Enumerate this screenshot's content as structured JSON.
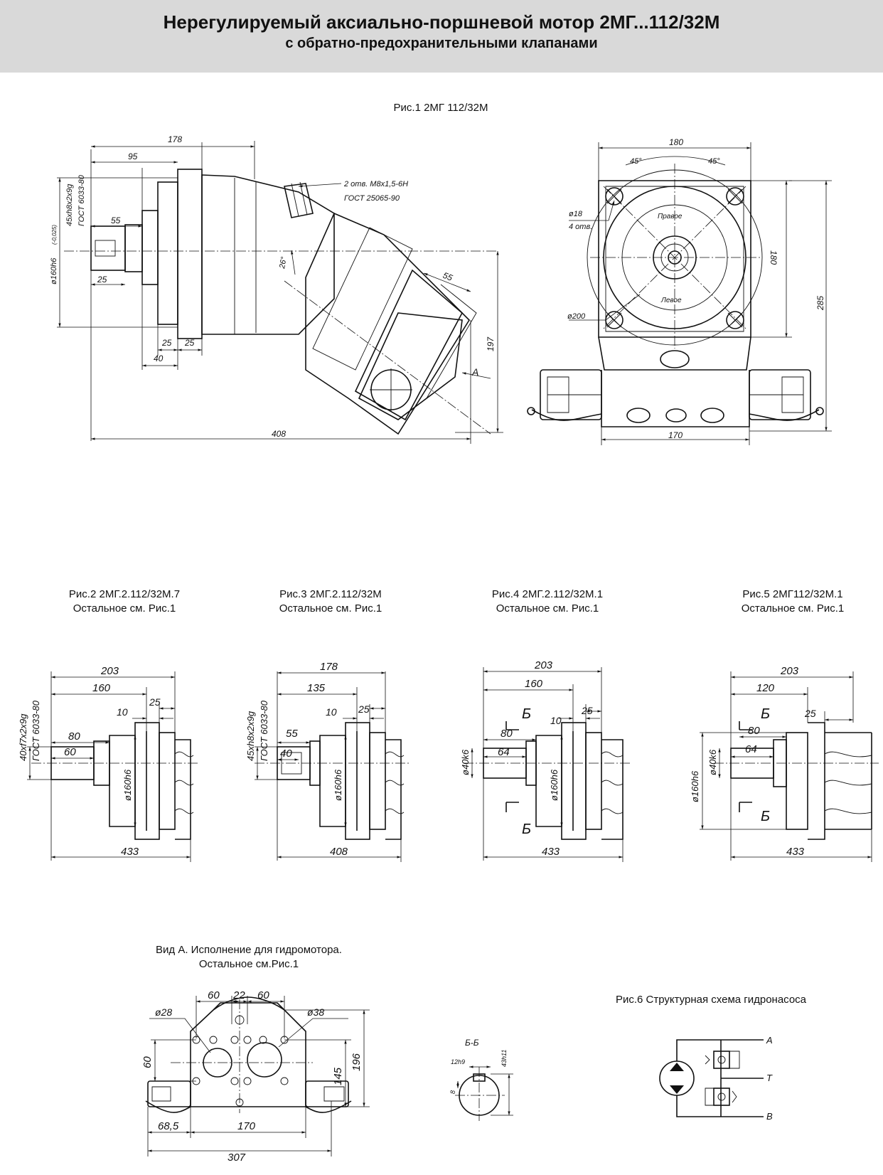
{
  "header": {
    "title": "Нерегулируемый аксиально-поршневой мотор 2МГ...112/32М",
    "subtitle": "с обратно-предохранительными клапанами"
  },
  "fig1": {
    "caption": "Рис.1  2МГ 112/32М",
    "dims": {
      "d178": "178",
      "d95": "95",
      "d55": "55",
      "d25": "25",
      "spline": "45xh8x2x9g",
      "gost": "ГОСТ 6033-80",
      "dia160": "ø160h6",
      "tol": "(-0,025)",
      "holes": "2 отв. M8x1,5-6H",
      "gost2": "ГОСТ 25065-90",
      "angle": "26°",
      "d55b": "55",
      "d25a": "25",
      "d25b": "25",
      "d40": "40",
      "d197": "197",
      "d408": "408",
      "viewA": "А"
    }
  },
  "fig1side": {
    "dims": {
      "d180": "180",
      "a45a": "45°",
      "a45b": "45°",
      "d18": "ø18",
      "holes4": "4 отв.",
      "d200": "ø200",
      "right": "Правое",
      "left": "Левое",
      "d180v": "180",
      "d285": "285",
      "d170": "170"
    }
  },
  "fig2": {
    "caption1": "Рис.2  2МГ.2.112/32М.7",
    "caption2": "Остальное см. Рис.1",
    "d203": "203",
    "d160": "160",
    "d10": "10",
    "d25": "25",
    "d80": "80",
    "d60": "60",
    "spline": "40xf7x2x9g",
    "gost": "ГОСТ 6033-80",
    "dia": "ø160h6",
    "d433": "433"
  },
  "fig3": {
    "caption1": "Рис.3  2МГ.2.112/32М",
    "caption2": "Остальное см. Рис.1",
    "d178": "178",
    "d135": "135",
    "d10": "10",
    "d25": "25",
    "d55": "55",
    "d40": "40",
    "spline": "45xh8x2x9g",
    "gost": "ГОСТ 6033-80",
    "dia": "ø160h6",
    "d408": "408"
  },
  "fig4": {
    "caption1": "Рис.4  2МГ.2.112/32М.1",
    "caption2": "Остальное см. Рис.1",
    "d203": "203",
    "d160": "160",
    "d10": "10",
    "d25": "25",
    "d80": "80",
    "d64": "64",
    "b": "Б",
    "dia40": "ø40k6",
    "dia": "ø160h6",
    "d433": "433"
  },
  "fig5": {
    "caption1": "Рис.5  2МГ112/32М.1",
    "caption2": "Остальное см. Рис.1",
    "d203": "203",
    "d120": "120",
    "d25": "25",
    "d80": "80",
    "d64": "64",
    "b": "Б",
    "dia40": "ø40k6",
    "dia": "ø160h6",
    "d433": "433"
  },
  "viewA": {
    "caption1": "Вид А. Исполнение для гидромотора.",
    "caption2": "Остальное см.Рис.1",
    "d60a": "60",
    "d22": "22",
    "d60b": "60",
    "d28": "ø28",
    "d38": "ø38",
    "d60v": "60",
    "d145": "145",
    "d196": "196",
    "d68": "68,5",
    "d170": "170",
    "d307": "307"
  },
  "sectionBB": {
    "label": "Б-Б",
    "d12": "12h9",
    "d43": "43h11",
    "d8": "8"
  },
  "fig6": {
    "caption": "Рис.6 Структурная схема гидронасоса",
    "portA": "А",
    "portT": "Т",
    "portB": "В"
  }
}
